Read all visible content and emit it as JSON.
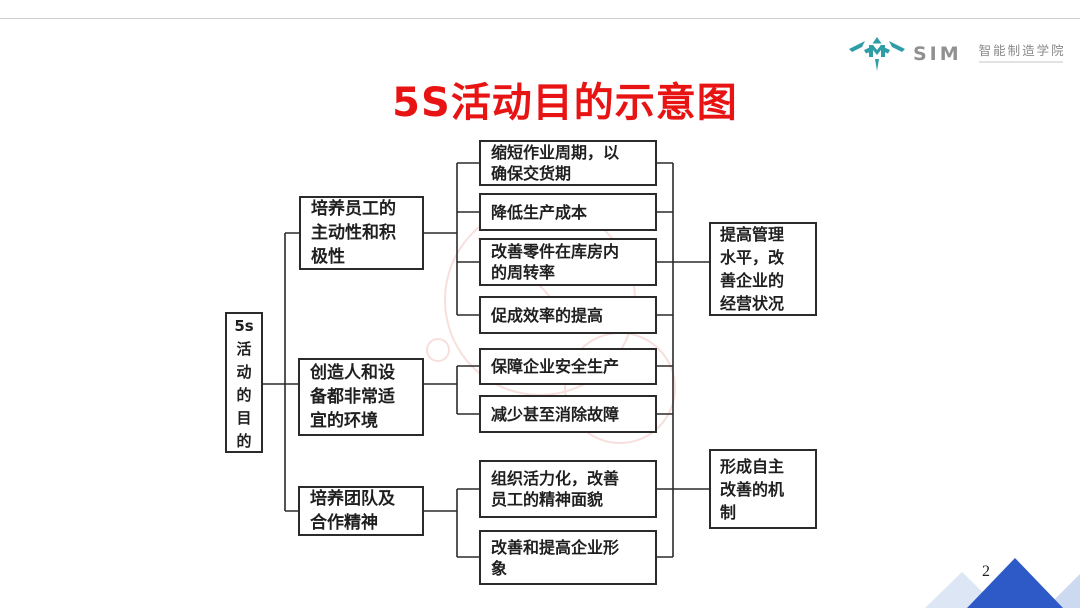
{
  "slide": {
    "title": "5S活动目的示意图",
    "page_number": "2"
  },
  "logo": {
    "icon": "phoenix-logo-icon",
    "text": "SIM",
    "org_name": "智能制造学院"
  },
  "diagram": {
    "root": "5s\n活\n动\n的\n目\n的",
    "mid": [
      "培养员工的\n主动性和积\n极性",
      "创造人和设\n备都非常适\n宜的环境",
      "培养团队及\n合作精神"
    ],
    "leaf": [
      "缩短作业周期，以\n确保交货期",
      "降低生产成本",
      "改善零件在库房内\n的周转率",
      "促成效率的提高",
      "保障企业安全生产",
      "减少甚至消除故障",
      "组织活力化，改善\n员工的精神面貌",
      "改善和提高企业形\n象"
    ],
    "right": [
      "提高管理\n水平，改\n善企业的\n经营状况",
      "形成自主\n改善的机\n制"
    ]
  },
  "colors": {
    "title_red": "#e81414",
    "logo_teal": "#2E9DA6",
    "line_black": "#2b2b2b",
    "triangle_blue": "#2e5ac8",
    "triangle_light": "#dce6f4",
    "watermark_pink": "#eeb9b4"
  }
}
